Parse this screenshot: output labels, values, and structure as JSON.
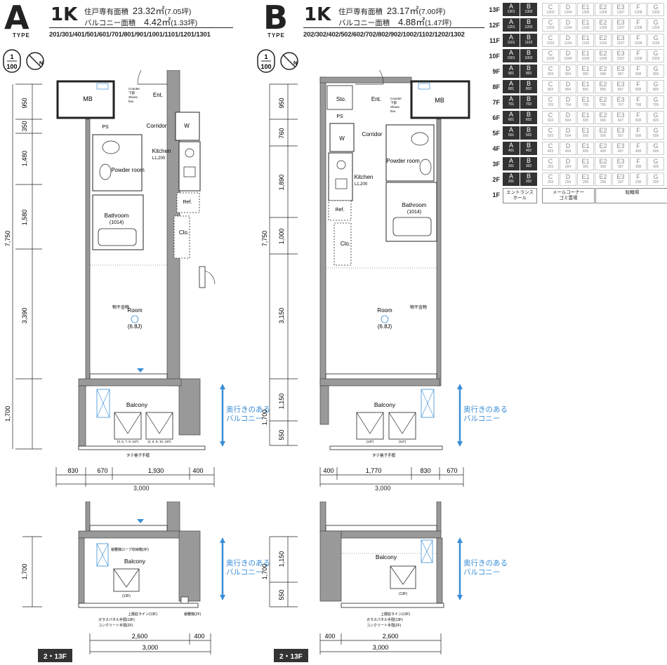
{
  "typeA": {
    "letter": "A",
    "type_label": "TYPE",
    "layout": "1K",
    "area_label": "住戸専有面積",
    "area_value": "23.32㎡",
    "area_tsubo": "(7.05坪)",
    "balcony_label": "バルコニー面積",
    "balcony_value": "4.42㎡",
    "balcony_tsubo": "(1.33坪)",
    "rooms": "201/301/401/501/601/701/801/901/1001/1101/1201/1301",
    "scale_top": "1",
    "scale_bottom": "100",
    "labels": {
      "mb": "MB",
      "ent": "Ent.",
      "counter": "Counter\n下部\nShoes\nbox",
      "ps": "PS",
      "corridor": "Corridor",
      "w": "W",
      "kitchen": "Kitchen",
      "kitchen_size": "L1,200",
      "powder": "Powder\nroom",
      "ref": "Ref.",
      "bathroom": "Bathroom",
      "bathroom_size": "(1014)",
      "clo": "Clo.",
      "room": "Room",
      "room_size": "(6.8J)",
      "monoho": "物干金物",
      "balcony": "Balcony",
      "unit1": "(3, 5, 7, 9, 11F)",
      "unit2": "(4, 6, 8, 10, 12F)",
      "railing": "タテ格子手摺",
      "balcony2": "Balcony",
      "rope": "避難機ロープ収納箱(2F)",
      "unit13": "(13F)",
      "eaves": "上層庇ライン(13F)",
      "glass": "ガラスパネル手摺(13F)",
      "concrete": "コンクリート手摺(2F)",
      "hatch": "避難機(2F)"
    },
    "dims_v": [
      "950",
      "350",
      "1,480",
      "1,580",
      "7,750",
      "3,390",
      "1,700"
    ],
    "dims_h": [
      "830",
      "670",
      "1,930",
      "400",
      "3,000"
    ],
    "depth_text": "奥行きのある\nバルコニー",
    "floor_tag": "2・13F",
    "dims_v2": [
      "1,700"
    ],
    "dims_h2": [
      "2,600",
      "400",
      "3,000"
    ]
  },
  "typeB": {
    "letter": "B",
    "type_label": "TYPE",
    "layout": "1K",
    "area_label": "住戸専有面積",
    "area_value": "23.17㎡",
    "area_tsubo": "(7.00坪)",
    "balcony_label": "バルコニー面積",
    "balcony_value": "4.88㎡",
    "balcony_tsubo": "(1.47坪)",
    "rooms": "202/302/402/502/602/702/802/902/1002/1102/1202/1302",
    "scale_top": "1",
    "scale_bottom": "100",
    "labels": {
      "sto": "Sto.",
      "ent": "Ent.",
      "counter": "Counter\n下部\nShoes\nbox",
      "mb": "MB",
      "ps": "PS",
      "corridor": "Corridor",
      "w": "W",
      "kitchen": "Kitchen",
      "kitchen_size": "L1,200",
      "powder": "Powder\nroom",
      "ref": "Ref.",
      "bathroom": "Bathroom",
      "bathroom_size": "(1014)",
      "clo": "Clo.",
      "room": "Room",
      "room_size": "(6.8J)",
      "monoho": "物干金物",
      "balcony": "Balcony",
      "unit1": "(12F)",
      "unit2": "(11F)",
      "railing": "タテ格子手摺",
      "balcony2": "Balcony",
      "unit13": "(13F)",
      "eaves": "上層庇ライン(13F)",
      "glass": "ガラスパネル手摺(13F)",
      "concrete": "コンクリート手摺(2F)"
    },
    "dims_v": [
      "950",
      "760",
      "1,890",
      "1,000",
      "7,750",
      "3,150",
      "1,150",
      "550",
      "1,700"
    ],
    "dims_h": [
      "400",
      "1,770",
      "830",
      "670",
      "3,000"
    ],
    "depth_text": "奥行きのある\nバルコニー",
    "floor_tag": "2・13F",
    "dims_v2": [
      "1,150",
      "550",
      "1,700"
    ],
    "dims_h2": [
      "400",
      "2,600",
      "3,000"
    ]
  },
  "floor_chart": {
    "floors": [
      "13F",
      "12F",
      "11F",
      "10F",
      "9F",
      "8F",
      "7F",
      "6F",
      "5F",
      "4F",
      "3F",
      "2F",
      "1F"
    ],
    "columns": [
      "A",
      "B",
      "C",
      "D",
      "E1",
      "E2",
      "E3",
      "F",
      "G"
    ],
    "rows": [
      [
        "1301",
        "1302",
        "1303",
        "1304",
        "1305",
        "1306",
        "1307",
        "1308",
        "1309"
      ],
      [
        "1201",
        "1202",
        "1203",
        "1204",
        "1205",
        "1206",
        "1207",
        "1208",
        "1209"
      ],
      [
        "1101",
        "1102",
        "1103",
        "1104",
        "1105",
        "1106",
        "1107",
        "1108",
        "1109"
      ],
      [
        "1001",
        "1002",
        "1003",
        "1004",
        "1005",
        "1006",
        "1007",
        "1008",
        "1009"
      ],
      [
        "901",
        "902",
        "903",
        "904",
        "905",
        "906",
        "907",
        "908",
        "909"
      ],
      [
        "801",
        "802",
        "803",
        "804",
        "805",
        "806",
        "807",
        "808",
        "809"
      ],
      [
        "701",
        "702",
        "703",
        "704",
        "705",
        "706",
        "707",
        "708",
        "709"
      ],
      [
        "601",
        "602",
        "603",
        "604",
        "605",
        "606",
        "607",
        "608",
        "609"
      ],
      [
        "501",
        "502",
        "503",
        "504",
        "505",
        "506",
        "507",
        "508",
        "509"
      ],
      [
        "401",
        "402",
        "403",
        "404",
        "405",
        "406",
        "407",
        "408",
        "409"
      ],
      [
        "301",
        "302",
        "303",
        "304",
        "305",
        "306",
        "307",
        "308",
        "309"
      ],
      [
        "201",
        "202",
        "203",
        "204",
        "205",
        "206",
        "207",
        "208",
        "209"
      ]
    ],
    "ground": [
      "エントランス\nホール",
      "メールコーナー\nゴミ置場",
      "駐輪場"
    ],
    "highlight_color": "#333333"
  },
  "accent_color": "#3a8ed6"
}
